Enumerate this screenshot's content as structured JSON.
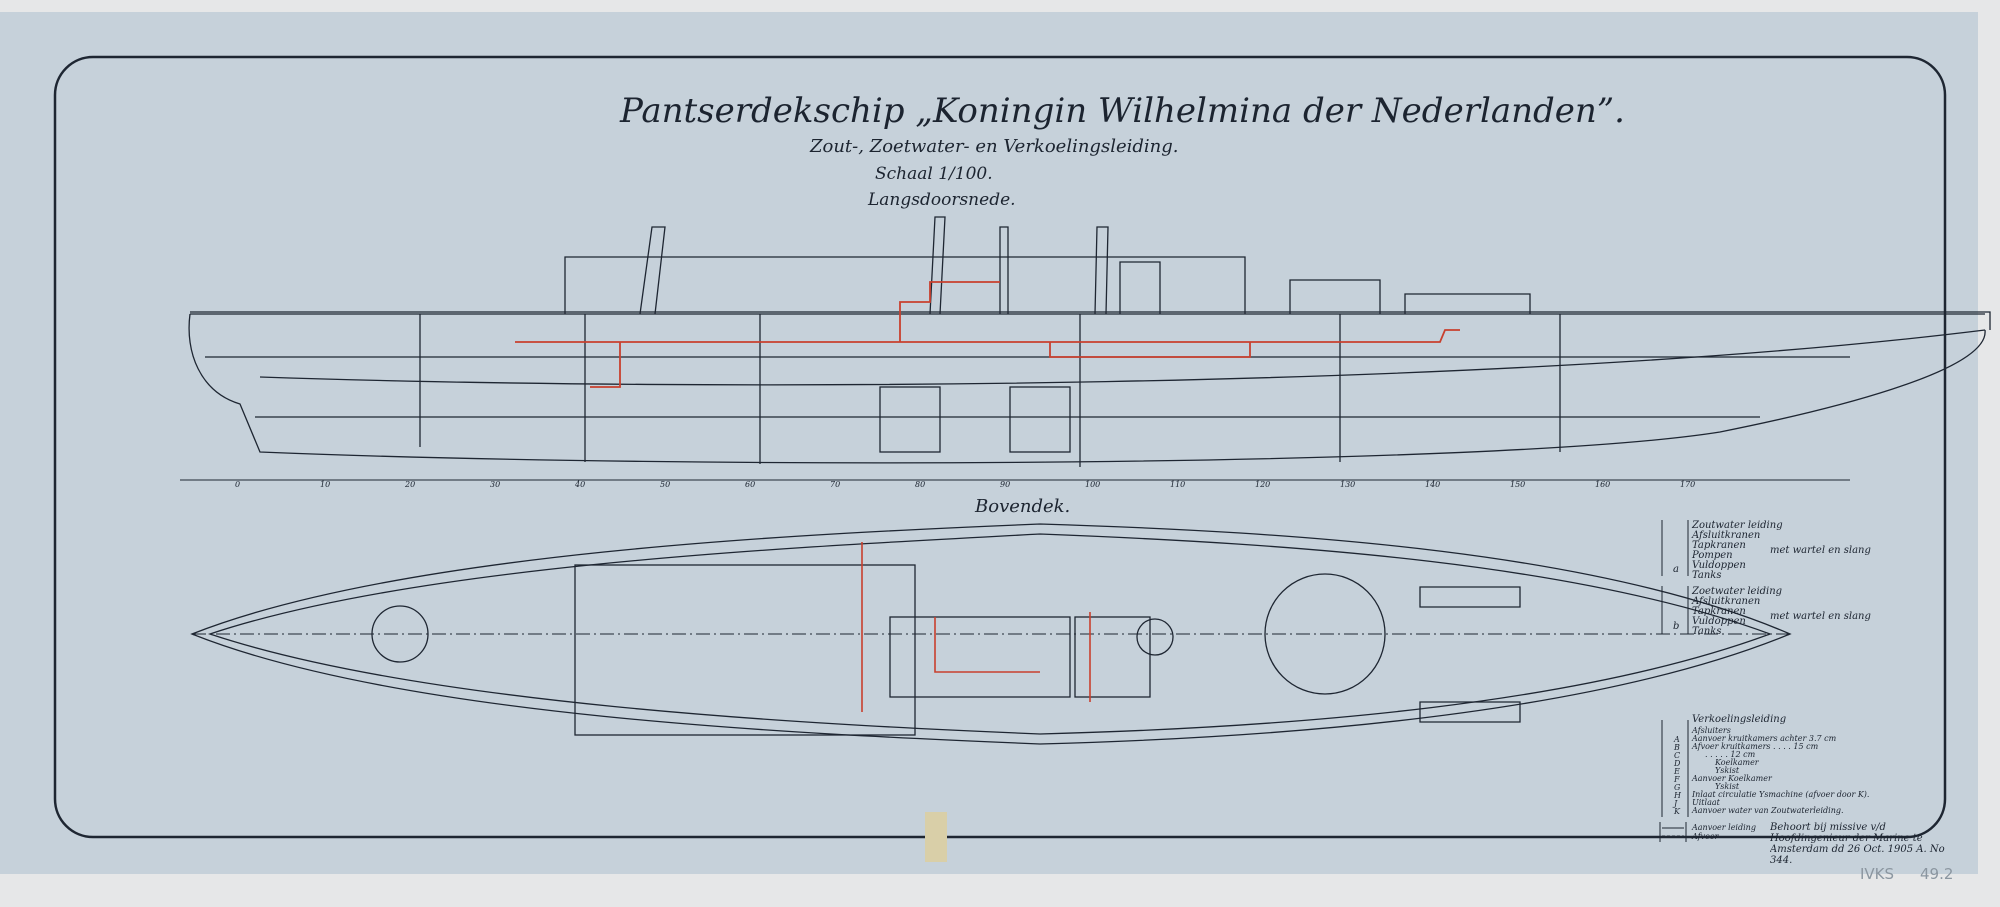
{
  "title": "Pantserdekschip „Koningin Wilhelmina der Nederlanden”.",
  "subtitle": "Zout-, Zoetwater- en Verkoelingsleiding.",
  "scale": "Schaal 1/100.",
  "side_view_label": "Langsdoorsnede.",
  "plan_view_label": "Bovendek.",
  "legend": {
    "saltwater": {
      "heading": "Zoutwater leiding",
      "items": [
        "Afsluitkranen",
        "Tapkranen",
        "Pompen",
        "Vuldoppen",
        "Tanks"
      ],
      "note": "met wartel en slang",
      "marker": "a"
    },
    "freshwater": {
      "heading": "Zoetwater leiding",
      "items": [
        "Afsluitkranen",
        "Tapkranen",
        "Vuldoppen",
        "Tanks"
      ],
      "note": "met wartel en slang",
      "marker": "b"
    },
    "cooling": {
      "heading": "Verkoelingsleiding",
      "letters": [
        "A",
        "B",
        "C",
        "D",
        "E",
        "F",
        "G",
        "H",
        "J",
        "K"
      ],
      "items": [
        "Afsluiters",
        "Aanvoer kruitkamers achter 3.7 cm",
        "Afvoer kruitkamers . . . . 15 cm",
        ". . . . . 12 cm",
        "Koelkamer",
        "Yskist",
        "Aanvoer Koelkamer",
        "Yskist",
        "Inlaat circulatie Ysmachine (afvoer door K).",
        "Uitlaat",
        "Aanvoer water van Zoutwaterleiding."
      ]
    },
    "line_styles": [
      "Aanvoer leiding",
      "Afvoer"
    ]
  },
  "stamp": "Behoort bij missive v/d Hoofdingenieur der Marine te Amsterdam dd 26 Oct. 1905 A. No 344.",
  "archive_mark": "IVKS",
  "archive_number": "49.2",
  "frame_numbers": [
    "0",
    "10",
    "20",
    "30",
    "40",
    "50",
    "60",
    "70",
    "80",
    "90",
    "100",
    "110",
    "120",
    "130",
    "140",
    "150",
    "160",
    "170"
  ],
  "colors": {
    "paper": "#c6d1da",
    "ink": "#1e2632",
    "red_pipe": "#c8402e"
  }
}
